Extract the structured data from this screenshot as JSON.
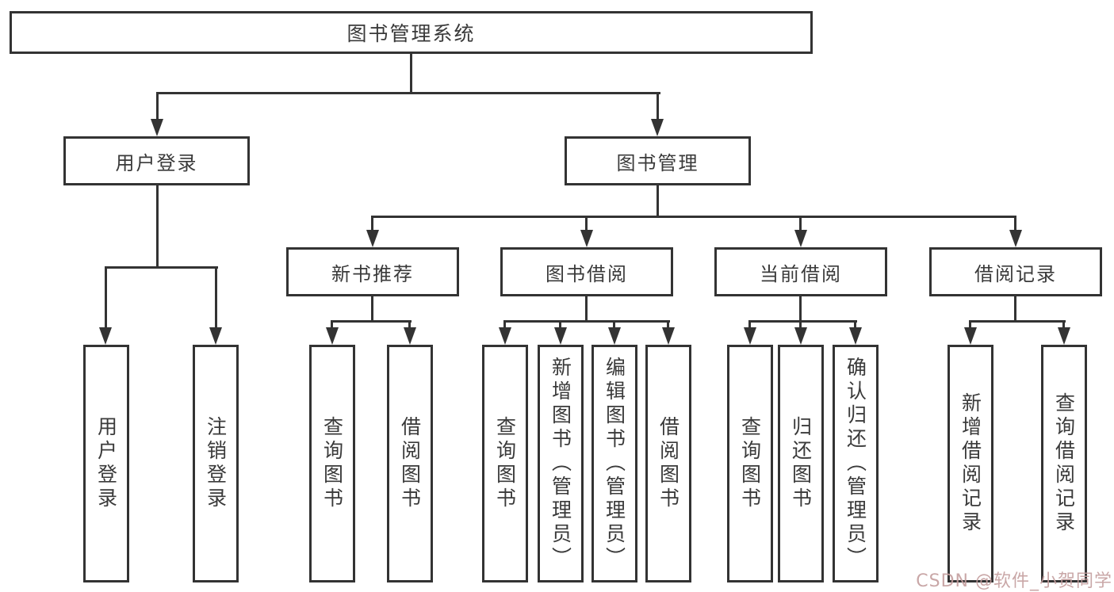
{
  "diagram": {
    "root": {
      "label": "图书管理系统"
    },
    "branches": [
      {
        "label": "用户登录",
        "children": [
          {
            "label": "用户登录"
          },
          {
            "label": "注销登录"
          }
        ]
      },
      {
        "label": "图书管理",
        "children": [
          {
            "label": "新书推荐",
            "children": [
              {
                "label": "查询图书"
              },
              {
                "label": "借阅图书"
              }
            ]
          },
          {
            "label": "图书借阅",
            "children": [
              {
                "label": "查询图书"
              },
              {
                "label": "新增图书（管理员）"
              },
              {
                "label": "编辑图书（管理员）"
              },
              {
                "label": "借阅图书"
              }
            ]
          },
          {
            "label": "当前借阅",
            "children": [
              {
                "label": "查询图书"
              },
              {
                "label": "归还图书"
              },
              {
                "label": "确认归还（管理员）"
              }
            ]
          },
          {
            "label": "借阅记录",
            "children": [
              {
                "label": "新增借阅记录"
              },
              {
                "label": "查询借阅记录"
              }
            ]
          }
        ]
      }
    ]
  },
  "watermark": {
    "text": "CSDN @软件_小贺同学"
  },
  "colors": {
    "line": "#333333",
    "text": "#3a3a3a",
    "watermark": "#c49e9e",
    "background": "#ffffff"
  }
}
